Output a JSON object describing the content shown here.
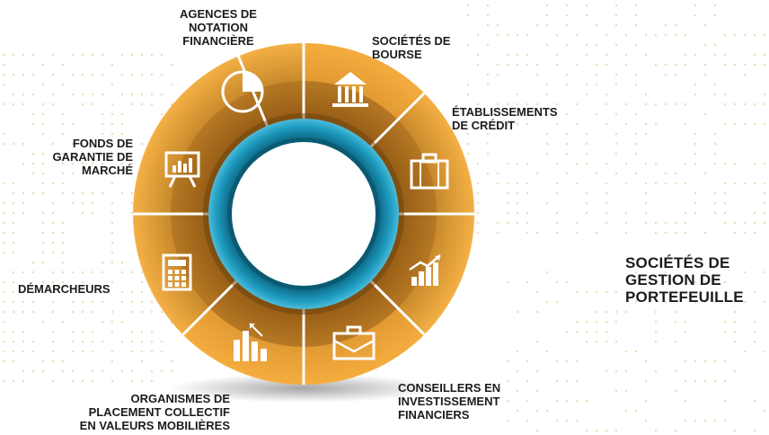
{
  "segments": [
    {
      "id": "agences",
      "lines": [
        "AGENCES DE",
        "NOTATION",
        "FINANCIÈRE"
      ],
      "icon": "pie-chart-icon"
    },
    {
      "id": "bourse",
      "lines": [
        "SOCIÉTÉS DE",
        "BOURSE"
      ],
      "icon": "bank-building-icon"
    },
    {
      "id": "credit",
      "lines": [
        "ÉTABLISSEMENTS",
        "DE CRÉDIT"
      ],
      "icon": "suitcase-icon"
    },
    {
      "id": "portefeuille",
      "lines": [
        "SOCIÉTÉS DE",
        "GESTION DE",
        "PORTEFEUILLE"
      ],
      "icon": "growth-chart-icon"
    },
    {
      "id": "conseillers",
      "lines": [
        "CONSEILLERS EN",
        "INVESTISSEMENT",
        "FINANCIERS"
      ],
      "icon": "briefcase-icon"
    },
    {
      "id": "opcvm",
      "lines": [
        "ORGANISMES DE",
        "PLACEMENT COLLECTIF",
        "EN VALEURS MOBILIÈRES"
      ],
      "icon": "bar-chart-arrow-icon"
    },
    {
      "id": "demarcheurs",
      "lines": [
        "DÉMARCHEURS"
      ],
      "icon": "calculator-icon"
    },
    {
      "id": "fonds",
      "lines": [
        "FONDS DE",
        "GARANTIE DE",
        "MARCHÉ"
      ],
      "icon": "presentation-board-icon"
    }
  ],
  "colors": {
    "ring_dark": "#a86a1a",
    "ring_mid": "#c98a2c",
    "ring_light": "#f4b045",
    "ring_highlight": "#f6a93a",
    "teal": "#1e9cc0",
    "teal_dark": "#0e6c8a",
    "separator": "#ffffff",
    "text": "#1c1c1c",
    "dots": "#f1dcbf"
  }
}
